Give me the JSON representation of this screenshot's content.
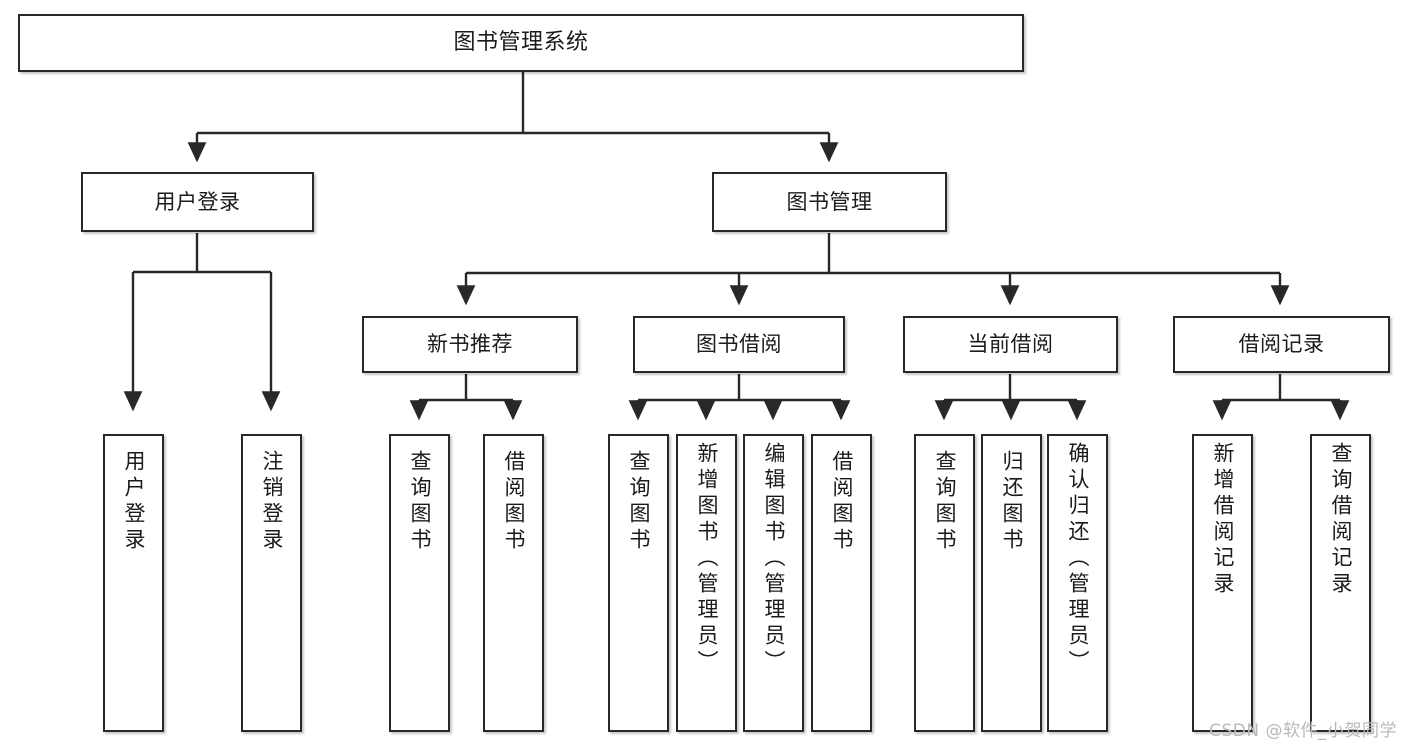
{
  "diagram": {
    "title": "图书管理系统",
    "type": "tree-hierarchy-diagram",
    "colors": {
      "node_border": "#28282b",
      "node_fill": "#ffffff",
      "edge": "#28282b",
      "text": "#1b1b1b",
      "watermark": "#b9b9b9",
      "background": "#ffffff"
    },
    "root": {
      "label": "图书管理系统"
    },
    "level1": [
      {
        "id": "user-login",
        "label": "用户登录"
      },
      {
        "id": "book-management",
        "label": "图书管理"
      }
    ],
    "level2": [
      {
        "id": "new-book-recommend",
        "label": "新书推荐"
      },
      {
        "id": "book-borrow",
        "label": "图书借阅"
      },
      {
        "id": "current-borrow",
        "label": "当前借阅"
      },
      {
        "id": "borrow-record",
        "label": "借阅记录"
      }
    ],
    "leaves": {
      "user_login": [
        {
          "id": "leaf-user-login",
          "label": "用户登录"
        },
        {
          "id": "leaf-logout-login",
          "label": "注销登录"
        }
      ],
      "new_book_recommend": [
        {
          "id": "leaf-query-book-1",
          "label": "查询图书"
        },
        {
          "id": "leaf-borrow-book-1",
          "label": "借阅图书"
        }
      ],
      "book_borrow": [
        {
          "id": "leaf-query-book-2",
          "label": "查询图书"
        },
        {
          "id": "leaf-add-book",
          "label": "新增图书（管理员）"
        },
        {
          "id": "leaf-edit-book",
          "label": "编辑图书（管理员）"
        },
        {
          "id": "leaf-borrow-book-2",
          "label": "借阅图书"
        }
      ],
      "current_borrow": [
        {
          "id": "leaf-query-book-3",
          "label": "查询图书"
        },
        {
          "id": "leaf-return-book",
          "label": "归还图书"
        },
        {
          "id": "leaf-confirm-return",
          "label": "确认归还（管理员）"
        }
      ],
      "borrow_record": [
        {
          "id": "leaf-add-record",
          "label": "新增借阅记录"
        },
        {
          "id": "leaf-query-record",
          "label": "查询借阅记录"
        }
      ]
    },
    "watermark": "CSDN @软件_小贺同学"
  }
}
